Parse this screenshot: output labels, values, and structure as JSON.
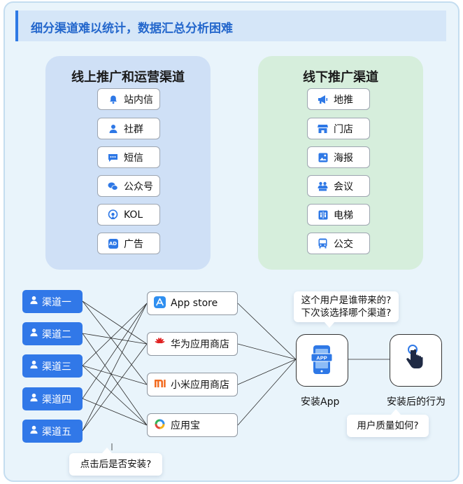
{
  "banner": {
    "title": "细分渠道难以统计，数据汇总分析困难"
  },
  "online": {
    "title": "线上推广和运营渠道",
    "items": [
      {
        "label": "站内信",
        "icon": "bell-icon"
      },
      {
        "label": "社群",
        "icon": "user-icon"
      },
      {
        "label": "短信",
        "icon": "message-icon"
      },
      {
        "label": "公众号",
        "icon": "wechat-icon"
      },
      {
        "label": "KOL",
        "icon": "broadcast-icon"
      },
      {
        "label": "广告",
        "icon": "ad-icon"
      }
    ]
  },
  "offline": {
    "title": "线下推广渠道",
    "items": [
      {
        "label": "地推",
        "icon": "megaphone-icon"
      },
      {
        "label": "门店",
        "icon": "store-icon"
      },
      {
        "label": "海报",
        "icon": "poster-icon"
      },
      {
        "label": "会议",
        "icon": "meeting-icon"
      },
      {
        "label": "电梯",
        "icon": "elevator-icon"
      },
      {
        "label": "公交",
        "icon": "bus-icon"
      }
    ]
  },
  "channels": [
    "渠道一",
    "渠道二",
    "渠道三",
    "渠道四",
    "渠道五"
  ],
  "stores": [
    {
      "label": "App store",
      "icon": "app-store-icon"
    },
    {
      "label": "华为应用商店",
      "icon": "huawei-icon"
    },
    {
      "label": "小米应用商店",
      "icon": "xiaomi-icon"
    },
    {
      "label": "应用宝",
      "icon": "yingyongbao-icon"
    }
  ],
  "question": {
    "line1": "这个用户是谁带来的?",
    "line2": "下次该选择哪个渠道?"
  },
  "install_app": {
    "caption": "安装App",
    "badge": "APP"
  },
  "post_install": {
    "caption": "安装后的行为"
  },
  "quality_bubble": "用户质量如何?",
  "install_bubble": "点击后是否安装?",
  "colors": {
    "accent": "#2f7ae5",
    "online_bg": "#cfe0f6",
    "offline_bg": "#d6eedc",
    "frame_bg": "#e9f4fb"
  }
}
